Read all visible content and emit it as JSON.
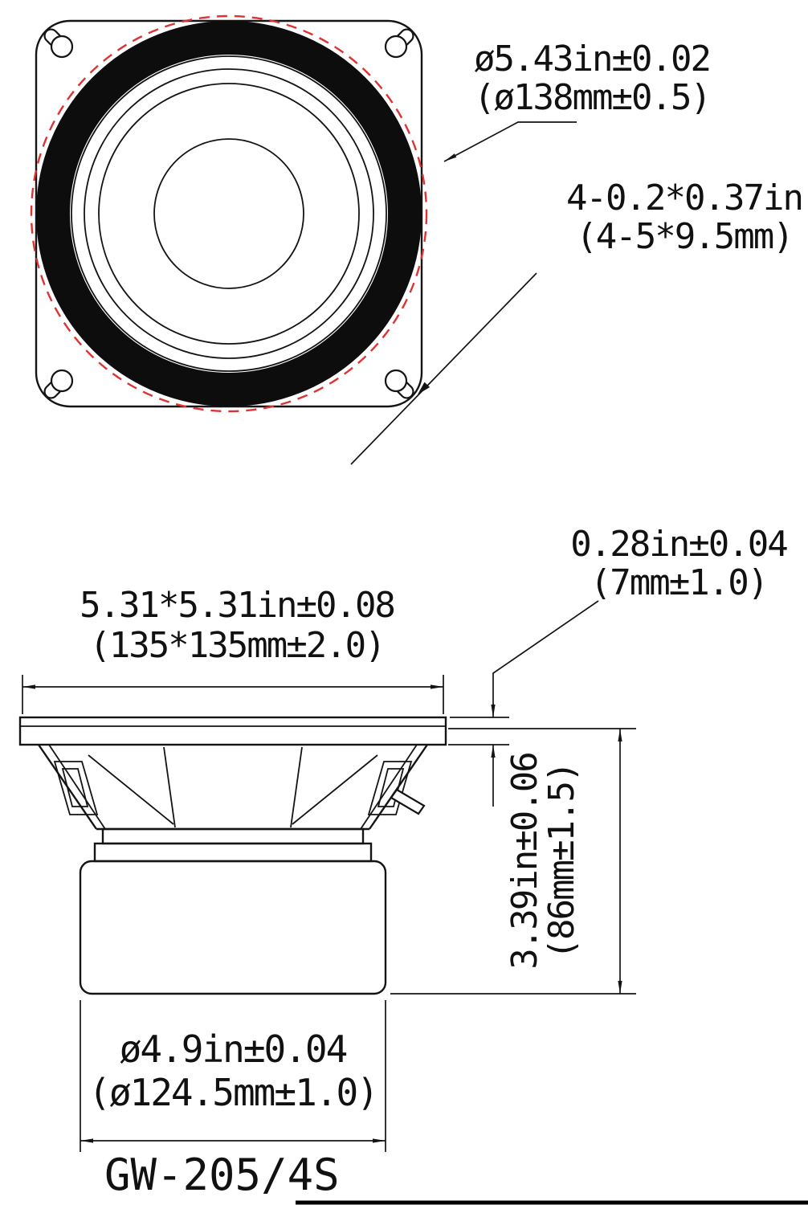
{
  "model_label": "GW-205/4S",
  "front_view": {
    "outer_diameter": {
      "line1": "ø5.43in±0.02",
      "line2": "(ø138mm±0.5)"
    },
    "mounting_holes": {
      "line1": "4-0.2*0.37in",
      "line2": "(4-5*9.5mm)"
    }
  },
  "side_view": {
    "frame_size": {
      "line1": "5.31*5.31in±0.08",
      "line2": "(135*135mm±2.0)"
    },
    "flange_thickness": {
      "line1": "0.28in±0.04",
      "line2": "(7mm±1.0)"
    },
    "overall_height": {
      "line1": "3.39in±0.06",
      "line2": "(86mm±1.5)"
    },
    "magnet_diameter": {
      "line1": "ø4.9in±0.04",
      "line2": "(ø124.5mm±1.0)"
    }
  },
  "colors": {
    "line": "#141414",
    "accent_red": "#dd3333"
  }
}
